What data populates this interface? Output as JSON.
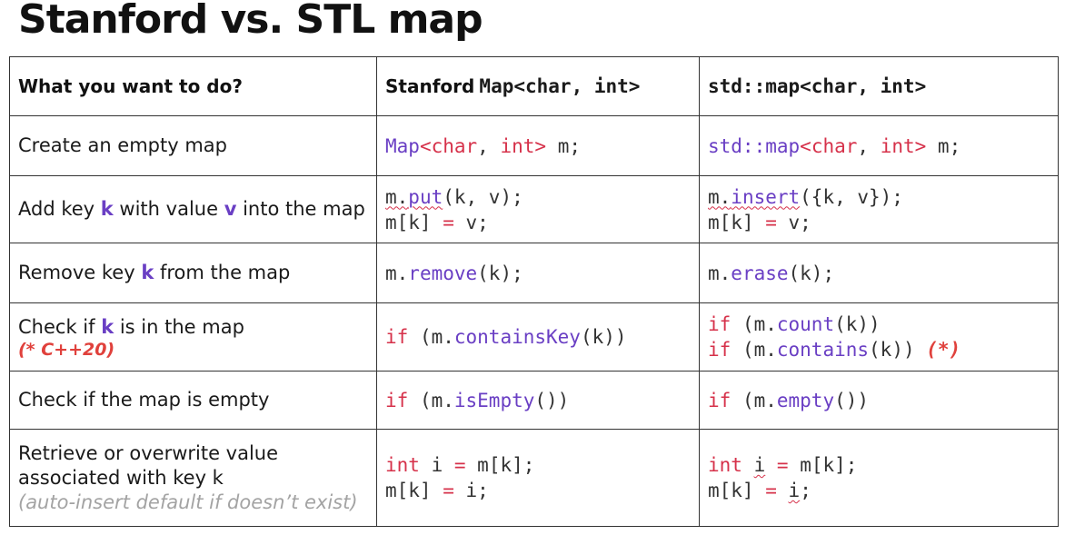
{
  "title": "Stanford vs. STL map",
  "header": {
    "col1": "What you want to do?",
    "col2_prefix": "Stanford",
    "col2_code": "Map<char, int>",
    "col3_code": "std::map<char, int>"
  },
  "rows": [
    {
      "desc": "Create an empty map",
      "stanford": {
        "t1": "Map",
        "t2": "<",
        "t3": "char",
        "t4": ", ",
        "t5": "int",
        "t6": ">",
        "t7": " m;"
      },
      "stl": {
        "t1": "std::",
        "t2": "map",
        "t3": "<",
        "t4": "char",
        "t5": ", ",
        "t6": "int",
        "t7": ">",
        "t8": " m;"
      }
    },
    {
      "desc_a": "Add key ",
      "desc_k": "k",
      "desc_b": " with value ",
      "desc_v": "v",
      "desc_c": " into the map",
      "stanford": {
        "l1a": "m.",
        "l1b": "put",
        "l1c": "(k, v);",
        "l2a": "m[k] ",
        "l2b": "=",
        "l2c": " v;"
      },
      "stl": {
        "l1a": "m.",
        "l1b": "insert",
        "l1c": "({k, v});",
        "l2a": "m[k] ",
        "l2b": "=",
        "l2c": " v;"
      }
    },
    {
      "desc_a": "Remove key ",
      "desc_k": "k",
      "desc_b": " from the map",
      "stanford": {
        "a": "m.",
        "b": "remove",
        "c": "(k);"
      },
      "stl": {
        "a": "m.",
        "b": "erase",
        "c": "(k);"
      }
    },
    {
      "desc_a": "Check if ",
      "desc_k": "k",
      "desc_b": " is in the map",
      "note": "(* C++20)",
      "stanford": {
        "kw": "if",
        "a": " (m.",
        "b": "containsKey",
        "c": "(k))"
      },
      "stl": {
        "kw1": "if",
        "l1a": " (m.",
        "l1b": "count",
        "l1c": "(k))",
        "kw2": "if",
        "l2a": " (m.",
        "l2b": "contains",
        "l2c": "(k)) ",
        "star": "(*)"
      }
    },
    {
      "desc": "Check if the map is empty",
      "stanford": {
        "kw": "if",
        "a": " (m.",
        "b": "isEmpty",
        "c": "())"
      },
      "stl": {
        "kw": "if",
        "a": " (m.",
        "b": "empty",
        "c": "())"
      }
    },
    {
      "desc_l1": "Retrieve or overwrite value",
      "desc_l2": "associated with key k",
      "desc_l3": "(auto-insert default if doesn’t exist)",
      "stanford": {
        "kw": "int",
        "l1a": " i ",
        "l1b": "=",
        "l1c": " m[k];",
        "l2a": "m[k] ",
        "l2b": "=",
        "l2c": " i;"
      },
      "stl": {
        "kw": "int",
        "l1a": " ",
        "l1i": "i",
        "l1s": " ",
        "l1b": "=",
        "l1c": " m[k];",
        "l2a": "m[k] ",
        "l2b": "=",
        "l2s": " ",
        "l2i": "i",
        "l2c": ";"
      }
    }
  ]
}
